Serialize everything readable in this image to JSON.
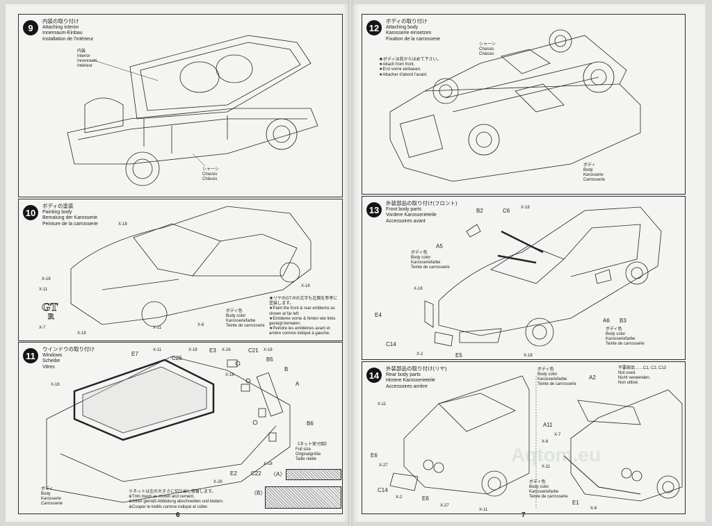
{
  "pages": {
    "left_number": "6",
    "right_number": "7"
  },
  "steps": {
    "s9": {
      "num": "9",
      "jp": "内装の取り付け",
      "en": "Attaching interior",
      "de": "Innenraum-Einbau",
      "fr": "Installation de l'intérieur",
      "callout_interior": [
        "内装",
        "Interior",
        "Innenraum",
        "Intérieur"
      ],
      "callout_chassis": [
        "シャーシ",
        "Chassis",
        "Châssis"
      ]
    },
    "s10": {
      "num": "10",
      "jp": "ボディの塗装",
      "en": "Painting body",
      "de": "Bemalung der Karosserie",
      "fr": "Peinture de la carrosserie",
      "parts": [
        "X-18",
        "X-18",
        "X-11",
        "X-7",
        "X-18",
        "X-11",
        "X-6",
        "X-18"
      ],
      "body_color": [
        "ボディ色",
        "Body color",
        "Karosseriefarbe",
        "Teinte de carrosserie"
      ],
      "emblem_note": [
        "★リヤのGT-Rの文字も左図を参考に塗装します。",
        "★Paint the front & rear emblems as shown at far left.",
        "★Embleme vorne & hinten wie links gezeigt bemalen.",
        "★Peindre les emblèmes avant et arrière comme indiqué à gauche."
      ]
    },
    "s11": {
      "num": "11",
      "jp": "ウインドウの取り付け",
      "en": "Windows",
      "de": "Scheibe",
      "fr": "Vitres",
      "parts": {
        "e7": "E7",
        "x11": "X-11",
        "c26": "C26",
        "x18a": "X-18",
        "e3": "E3",
        "x26a": "X-26",
        "c21": "C21",
        "x18b": "X-18",
        "b5": "B5",
        "b": "B",
        "a": "A",
        "b6": "B6",
        "x18c": "X-18",
        "x18d": "X-18",
        "x26b": "X-26",
        "e2": "E2",
        "c22": "C22",
        "x18e": "X-18"
      },
      "body_color": [
        "ボディ",
        "Body",
        "Karosserie",
        "Carrosserie"
      ],
      "mesh": [
        "《ネット実寸図》",
        "Full size",
        "Originalgröße",
        "Taille réelle"
      ],
      "mesh_a": "〈A〉",
      "mesh_b": "〈B〉",
      "mesh_note": [
        "※ネットは左の大きさに切り出し接着します。",
        "※Trim mesh as shown and cement.",
        "※Gitter gemäß Abbildung abschneiden und kleben.",
        "※Couper le treillis comme indiqué et coller."
      ]
    },
    "s12": {
      "num": "12",
      "jp": "ボディの取り付け",
      "en": "Attaching body",
      "de": "Karosserie einsetzen",
      "fr": "Fixation de la carrosserie",
      "note": [
        "★ボディは前からはめて下さい。",
        "★Attach from front.",
        "★Erst vorne einbauen.",
        "★Attacher d'abord l'avant."
      ],
      "callout_chassis": [
        "シャーシ",
        "Chassis",
        "Châssis"
      ],
      "callout_body": [
        "ボディ",
        "Body",
        "Karosserie",
        "Carrosserie"
      ]
    },
    "s13": {
      "num": "13",
      "jp": "外装部品の取り付け(フロント)",
      "en": "Front body parts",
      "de": "Vordere Karosserieteile",
      "fr": "Accessoires avant",
      "parts": {
        "b2": "B2",
        "c6": "C6",
        "x18a": "X-18",
        "a5": "A5",
        "x18b": "X-18",
        "e4": "E4",
        "c14": "C14",
        "x2": "X-2",
        "e5": "E5",
        "x18c": "X-18",
        "a6": "A6",
        "b3": "B3"
      },
      "body_color_1": [
        "ボディ色",
        "Body color",
        "Karosseriefarbe",
        "Teinte de carrosserie"
      ],
      "body_color_2": [
        "ボディ色",
        "Body color",
        "Karosseriefarbe",
        "Teinte de carrosserie"
      ]
    },
    "s14": {
      "num": "14",
      "jp": "外装部品の取り付け(リヤ)",
      "en": "Rear body parts",
      "de": "Hintere Karosserieteile",
      "fr": "Accessoires arrière",
      "parts": {
        "x11a": "X-11",
        "e6a": "E6",
        "x27a": "X-27",
        "c14": "C14",
        "x2": "X-2",
        "e6b": "E6",
        "x27b": "X-27",
        "x11b": "X-11",
        "a2": "A2",
        "a11": "A11",
        "x7": "X-7",
        "x6a": "X-6",
        "x11c": "X-11",
        "e1": "E1",
        "x6b": "X-6"
      },
      "body_color_1": [
        "ボディ色",
        "Body color",
        "Karosseriefarbe",
        "Teinte de carrosserie"
      ],
      "body_color_2": [
        "ボディ色",
        "Body color",
        "Karosseriefarbe",
        "Teinte de carrosserie"
      ],
      "unused": [
        "不要部品……C1, C2, C13",
        "Not used.",
        "Nicht verwenden.",
        "Non utilisé."
      ]
    }
  },
  "watermark": "Aqtom.eu"
}
